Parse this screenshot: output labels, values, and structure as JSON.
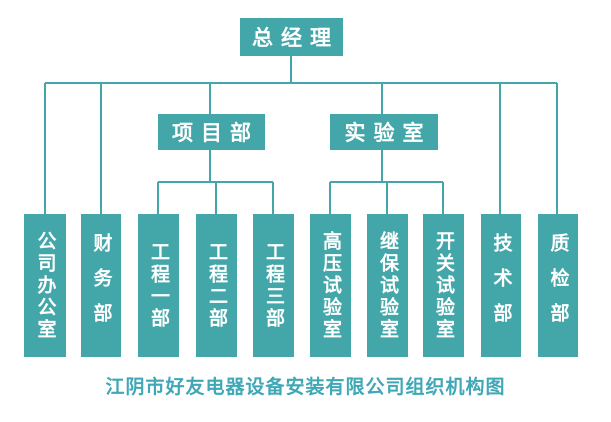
{
  "colors": {
    "box": "#43a6a8",
    "line": "#43a6a8",
    "caption": "#3fa7b6"
  },
  "root": "总经理",
  "managers": {
    "project": "项目部",
    "lab": "实验室"
  },
  "departments": {
    "office": "公司办公室",
    "finance": "财务部",
    "eng1": "工程一部",
    "eng2": "工程二部",
    "eng3": "工程三部",
    "hv": "高压试验室",
    "relay": "继保试验室",
    "switch": "开关试验室",
    "tech": "技术部",
    "qc": "质检部"
  },
  "caption": "江阴市好友电器设备安装有限公司组织机构图"
}
